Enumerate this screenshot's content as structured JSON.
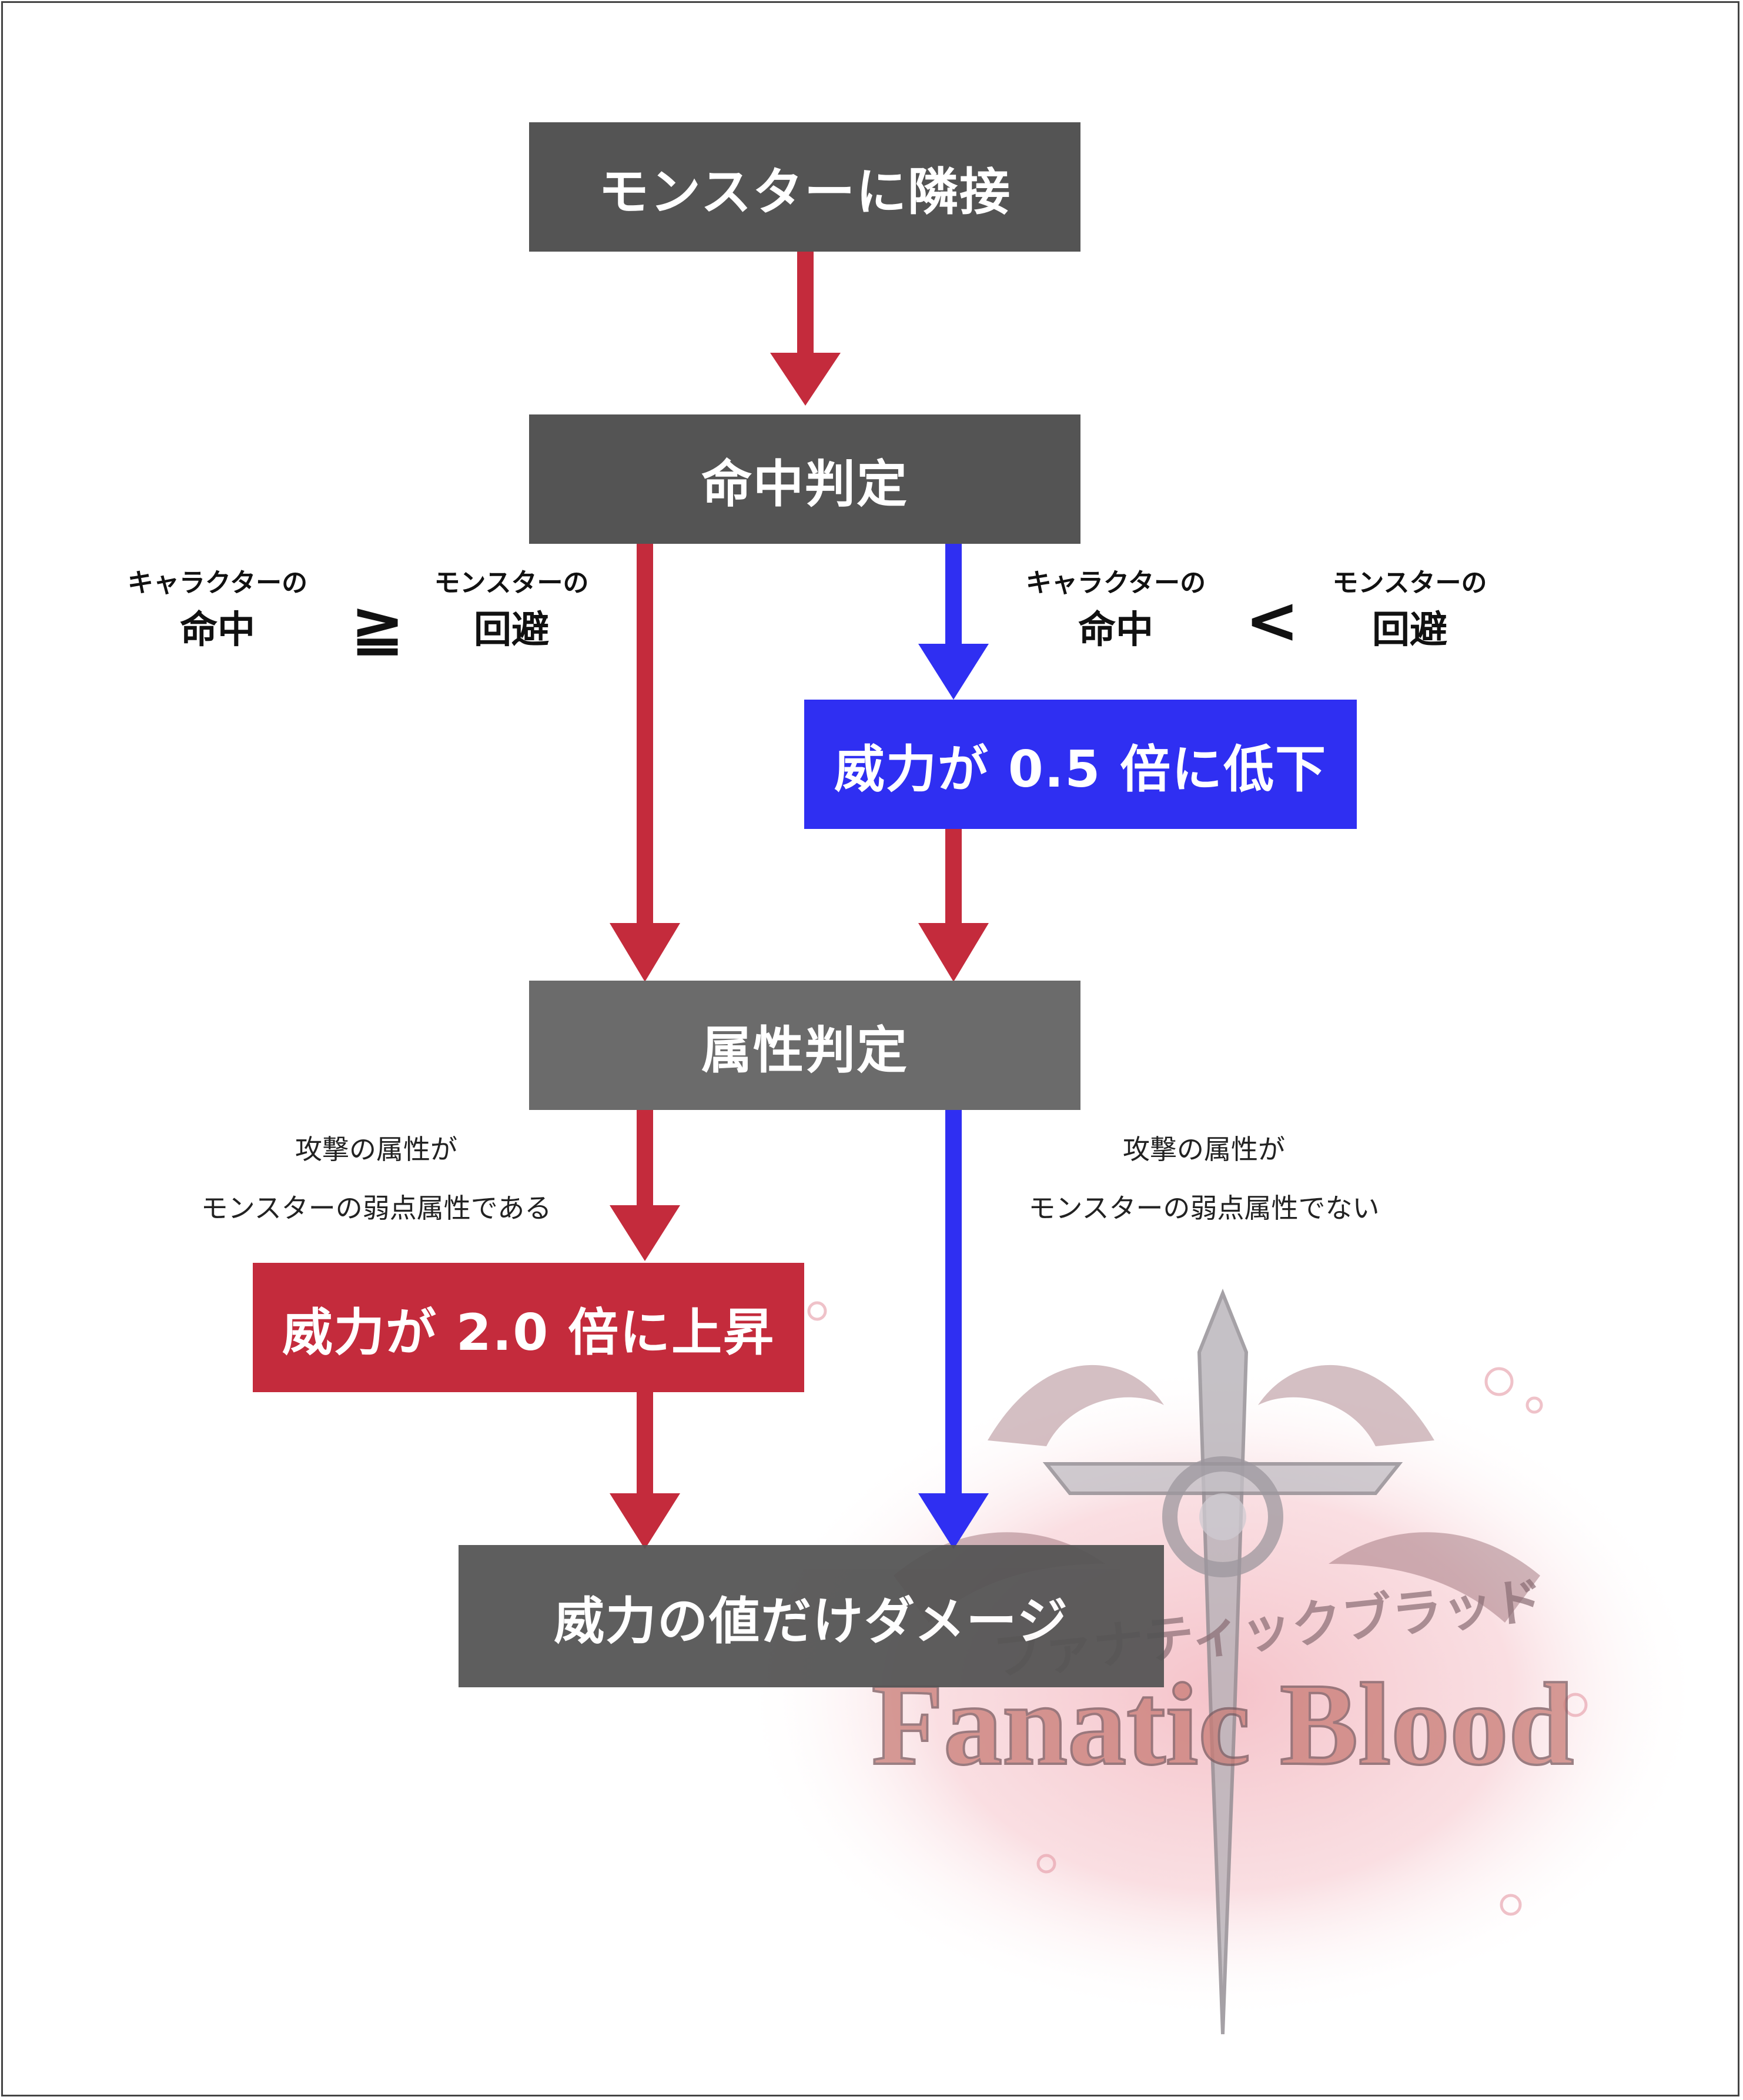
{
  "colors": {
    "dark_box": "#545454",
    "mid_box": "#6b6b6b",
    "blue": "#2f2ff2",
    "red": "#c42b3c"
  },
  "boxes": {
    "start": "モンスターに隣接",
    "hit_check": "命中判定",
    "miss_penalty": "威力が 0.5 倍に低下",
    "element_check": "属性判定",
    "weak_bonus": "威力が 2.0 倍に上昇",
    "damage": "威力の値だけダメージ"
  },
  "conditions": {
    "hit": {
      "left_small": "キャラクターの",
      "left_big": "命中",
      "operator": "≧",
      "right_small": "モンスターの",
      "right_big": "回避"
    },
    "miss": {
      "left_small": "キャラクターの",
      "left_big": "命中",
      "operator": "<",
      "right_small": "モンスターの",
      "right_big": "回避"
    }
  },
  "notes": {
    "weak": {
      "line1": "攻撃の属性が",
      "line2": "モンスターの弱点属性である"
    },
    "not_weak": {
      "line1": "攻撃の属性が",
      "line2": "モンスターの弱点属性でない"
    }
  },
  "logo": {
    "katakana": "ファナティックブラッド",
    "wordmark": "Fanatic Blood"
  }
}
